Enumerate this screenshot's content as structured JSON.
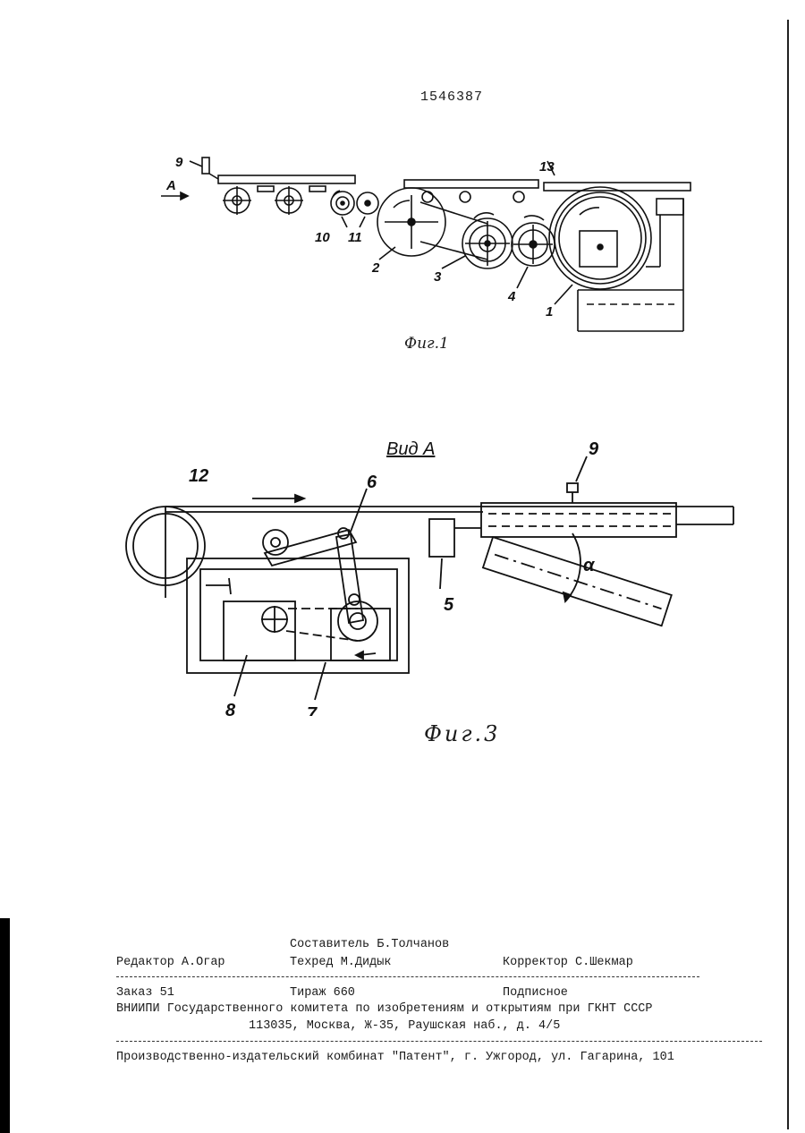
{
  "patent_number": "1546387",
  "figure1": {
    "caption": "Фиг.1",
    "labels": {
      "l9": "9",
      "lA": "A",
      "l13": "13",
      "l10": "10",
      "l11": "11",
      "l2": "2",
      "l3": "3",
      "l4": "4",
      "l1": "1"
    }
  },
  "figure3": {
    "caption": "Фиг.3",
    "view_label": "Вид А",
    "labels": {
      "l12": "12",
      "l6": "6",
      "l9": "9",
      "l5": "5",
      "l8": "8",
      "l7": "7",
      "lalpha": "α"
    }
  },
  "imprint": {
    "compiler": "Составитель Б.Толчанов",
    "editor": "Редактор А.Огар",
    "techred": "Техред  М.Дидык",
    "corrector": "Корректор С.Шекмар",
    "order": "Заказ 51",
    "circulation": "Тираж 660",
    "subscription": "Подписное",
    "institute": "ВНИИПИ Государственного комитета по изобретениям и открытиям при ГКНТ СССР",
    "address": "113035, Москва, Ж-35, Раушская наб., д. 4/5",
    "publisher": "Производственно-издательский комбинат \"Патент\", г. Ужгород, ул. Гагарина, 101"
  }
}
